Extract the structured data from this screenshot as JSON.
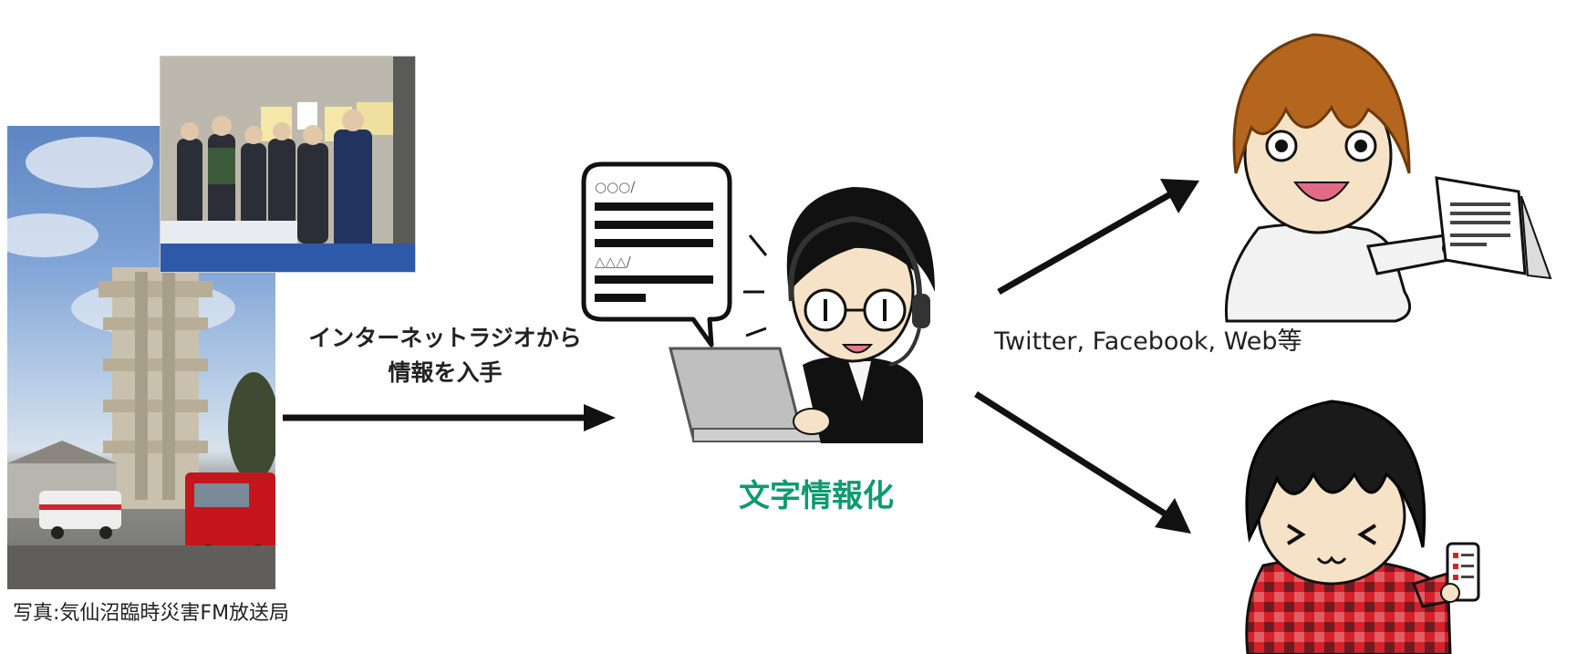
{
  "left": {
    "caption": "写真:気仙沼臨時災害FM放送局",
    "radio_text_line1": "インターネットラジオから",
    "radio_text_line2": "情報を入手"
  },
  "center": {
    "label": "文字情報化",
    "bubble_line1": "○○○/",
    "bubble_line2": "△△△/"
  },
  "right": {
    "channels": "Twitter, Facebook, Web等"
  },
  "colors": {
    "process_label": "#0f9a6e",
    "arrow": "#111111",
    "tablet_person_shirt": "#f2f2f2",
    "phone_person_shirt": "#d6202a",
    "hair_brown": "#b5661e",
    "hair_black": "#1a1a1a"
  }
}
